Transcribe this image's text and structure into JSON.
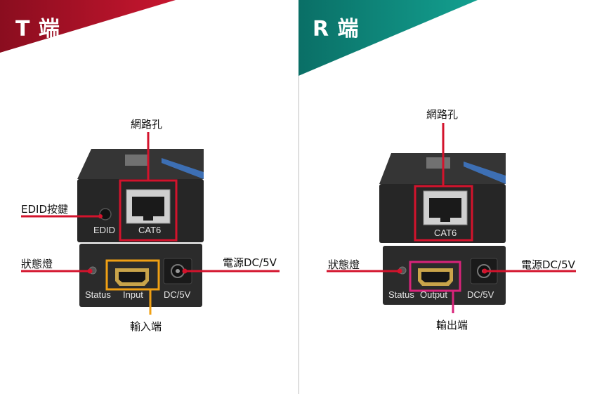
{
  "transmitter": {
    "banner_title": "T 端",
    "banner_color": "#b3122a",
    "callouts": {
      "network_port": "網路孔",
      "edid_button": "EDID按鍵",
      "status_light": "狀態燈",
      "power": "電源DC/5V",
      "input": "輸入端"
    },
    "device_labels": {
      "edid": "EDID",
      "cat6": "CAT6",
      "status": "Status",
      "input": "Input",
      "dc": "DC/5V"
    }
  },
  "receiver": {
    "banner_title": "R 端",
    "banner_color": "#0f8a7e",
    "callouts": {
      "network_port": "網路孔",
      "status_light": "狀態燈",
      "power": "電源DC/5V",
      "output": "輸出端"
    },
    "device_labels": {
      "cat6": "CAT6",
      "status": "Status",
      "output": "Output",
      "dc": "DC/5V"
    }
  },
  "colors": {
    "callout_red": "#d3132c",
    "input_orange": "#f0a014",
    "output_magenta": "#d8237a",
    "device_body": "#2a2a2a"
  }
}
